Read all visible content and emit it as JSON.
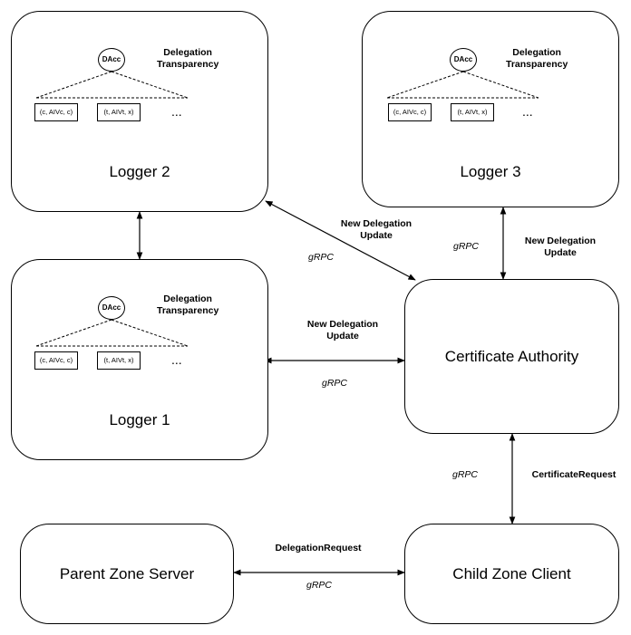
{
  "loggers": [
    {
      "id": "logger2",
      "title": "Logger 2",
      "tree": {
        "root": "DAcc",
        "description": [
          "Delegation",
          "Transparency"
        ],
        "leaves": [
          "(c, AIVc, c)",
          "(t, AIVt, x)"
        ],
        "ellipsis": "..."
      }
    },
    {
      "id": "logger3",
      "title": "Logger 3",
      "tree": {
        "root": "DAcc",
        "description": [
          "Delegation",
          "Transparency"
        ],
        "leaves": [
          "(c, AIVc, c)",
          "(t, AIVt, x)"
        ],
        "ellipsis": "..."
      }
    },
    {
      "id": "logger1",
      "title": "Logger 1",
      "tree": {
        "root": "DAcc",
        "description": [
          "Delegation",
          "Transparency"
        ],
        "leaves": [
          "(c, AIVc, c)",
          "(t, AIVt, x)"
        ],
        "ellipsis": "..."
      }
    }
  ],
  "nodes": {
    "ca": "Certificate Authority",
    "parent": "Parent Zone Server",
    "child": "Child Zone Client"
  },
  "edges": {
    "logger2_ca": {
      "label": [
        "New Delegation",
        "Update"
      ],
      "protocol": "gRPC"
    },
    "logger3_ca": {
      "label": [
        "New Delegation",
        "Update"
      ],
      "protocol": "gRPC"
    },
    "logger1_ca": {
      "label": [
        "New Delegation",
        "Update"
      ],
      "protocol": "gRPC"
    },
    "ca_child": {
      "label": "CertificateRequest",
      "protocol": "gRPC"
    },
    "parent_child": {
      "label": "DelegationRequest",
      "protocol": "gRPC"
    }
  }
}
